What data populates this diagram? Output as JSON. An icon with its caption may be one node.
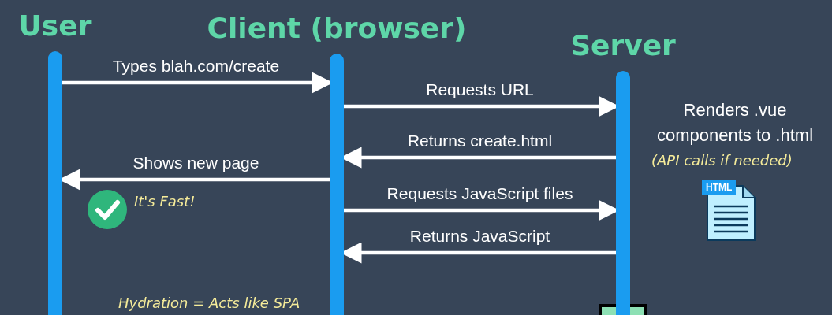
{
  "diagram": {
    "nodes": [
      {
        "text": [
          "User"
        ]
      },
      {
        "text": [
          "Client (browser)"
        ]
      },
      {
        "text": [
          "Server"
        ]
      }
    ],
    "edges": [
      {
        "from": 0,
        "to": 1,
        "arrow": "to",
        "label": "Types blah.com/create"
      },
      {
        "from": 1,
        "to": 2,
        "arrow": "to",
        "label": "Requests URL"
      },
      {
        "from": 2,
        "to": 1,
        "arrow": "to",
        "label": "Returns create.html"
      },
      {
        "from": 1,
        "to": 0,
        "arrow": "to",
        "label": "Shows new page"
      },
      {
        "from": 1,
        "to": 2,
        "arrow": "to",
        "label": "Requests JavaScript files"
      },
      {
        "from": 2,
        "to": 1,
        "arrow": "to",
        "label": "Returns JavaScript"
      }
    ],
    "labels": [
      "Renders .vue components to .html",
      "(API calls if needed)",
      "HTML",
      "It's Fast!",
      "Hydration = Acts like SPA"
    ]
  }
}
